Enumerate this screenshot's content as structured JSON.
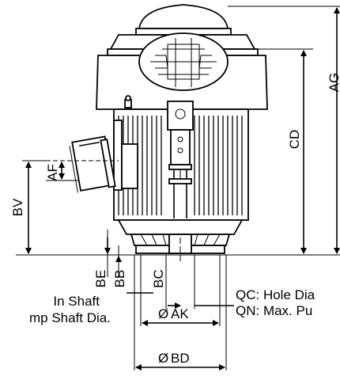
{
  "labels": {
    "ag": "AG",
    "cd": "CD",
    "bv": "BV",
    "af": "AF",
    "be": "BE",
    "bb": "BB",
    "bc": "BC",
    "ak": "AK",
    "bd": "BD",
    "note_left_1": "In Shaft",
    "note_left_2": "mp Shaft Dia.",
    "note_right_1": "QC: Hole Dia",
    "note_right_2": "QN: Max. Pu",
    "diameter_symbol": "Ø"
  }
}
